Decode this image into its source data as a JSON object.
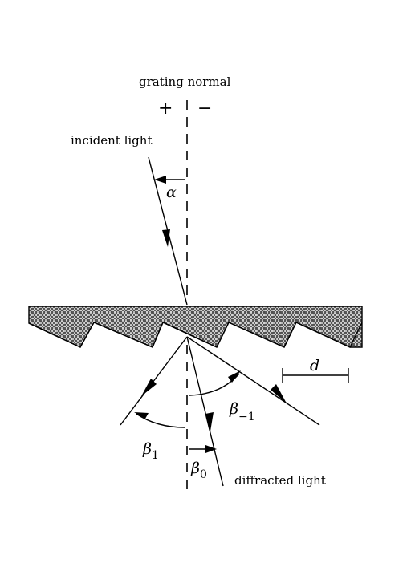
{
  "labels": {
    "grating_normal": "grating normal",
    "plus_sign": "+",
    "minus_sign": "−",
    "incident_light": "incident light",
    "alpha": "α",
    "d": "d",
    "beta": "β",
    "beta_minus1_sub": "−1",
    "beta_1_sub": "1",
    "beta_0_sub": "0",
    "diffracted_light": "diffracted light"
  },
  "colors": {
    "ink": "#000000",
    "grating_fill": "#9a9a9a",
    "background": "#ffffff"
  }
}
